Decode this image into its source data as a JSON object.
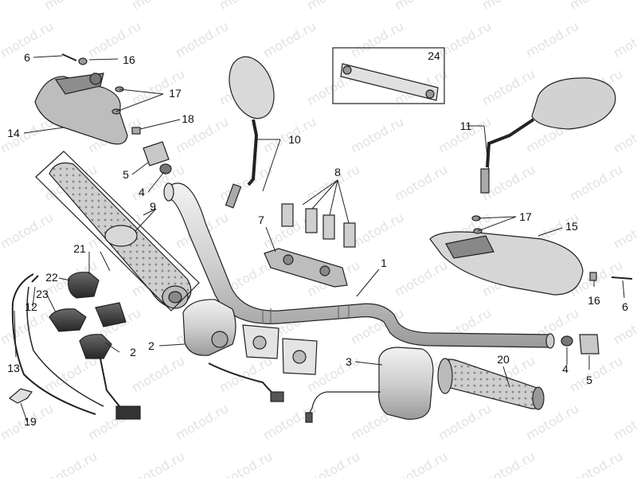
{
  "watermark": "motod.ru",
  "labels": {
    "n1": "1",
    "n2a": "2",
    "n2b": "2",
    "n3": "3",
    "n4a": "4",
    "n4b": "4",
    "n5a": "5",
    "n5b": "5",
    "n6a": "6",
    "n6b": "6",
    "n7": "7",
    "n8": "8",
    "n9": "9",
    "n10": "10",
    "n11": "11",
    "n12": "12",
    "n13": "13",
    "n14": "14",
    "n15": "15",
    "n16a": "16",
    "n16b": "16",
    "n17a": "17",
    "n17b": "17",
    "n18": "18",
    "n19": "19",
    "n20": "20",
    "n21": "21",
    "n22": "22",
    "n23": "23",
    "n24": "24"
  }
}
